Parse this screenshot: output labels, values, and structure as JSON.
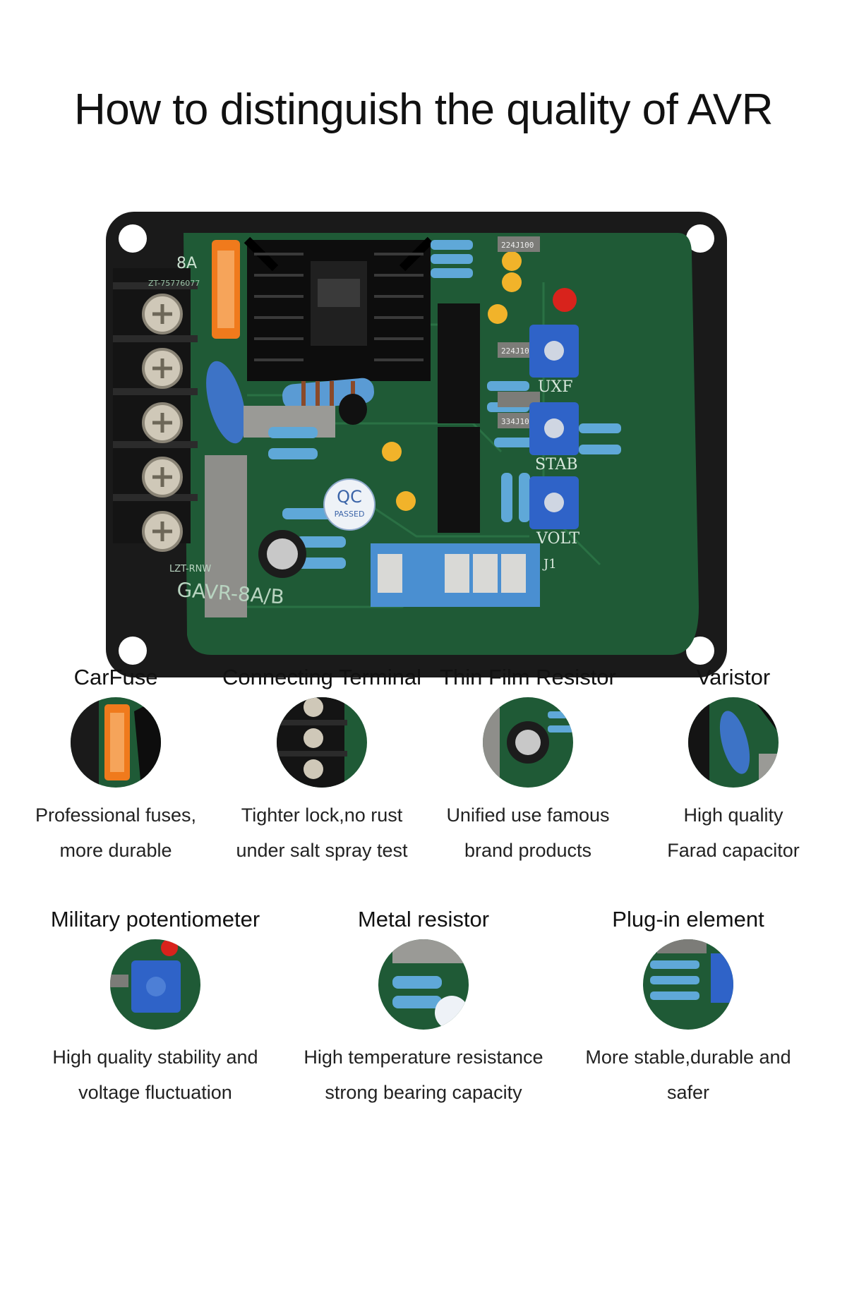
{
  "heading": "How to distinguish the quality of AVR",
  "board": {
    "fuse_rating": "8A",
    "fuse_part": "ZT-75776077",
    "qc_badge_top": "QC",
    "qc_badge_bottom": "PASSED",
    "label_uxf": "UXF",
    "label_stab": "STAB",
    "label_volt": "VOLT",
    "label_j1": "J1",
    "label_maker": "LZT-RNW",
    "model": "GAVR-8A/B",
    "cap_code_1": "224J100",
    "cap_code_2": "224J100",
    "cap_code_3": "334J100"
  },
  "features_row1": [
    {
      "title": "CarFuse",
      "line1": "Professional fuses,",
      "line2": "more durable",
      "icon": "fuse-icon"
    },
    {
      "title": "Connecting Terminal",
      "line1": "Tighter lock,no rust",
      "line2": "under salt spray test",
      "icon": "terminal-icon"
    },
    {
      "title": "Thin Film Resistor",
      "line1": "Unified use famous",
      "line2": "brand products",
      "icon": "capacitor-icon"
    },
    {
      "title": "Varistor",
      "line1": "High quality",
      "line2": "Farad capacitor",
      "icon": "varistor-icon"
    }
  ],
  "features_row2": [
    {
      "title": "Military potentiometer",
      "line1": "High quality stability and",
      "line2": "voltage fluctuation",
      "icon": "potentiometer-icon"
    },
    {
      "title": "Metal resistor",
      "line1": "High temperature resistance",
      "line2": "strong bearing capacity",
      "icon": "resistor-icon"
    },
    {
      "title": "Plug-in element",
      "line1": "More stable,durable and",
      "line2": "safer",
      "icon": "plug-in-icon"
    }
  ],
  "colors": {
    "pcb_green": "#1f5a36",
    "frame_black": "#1a1a1a",
    "fuse_orange": "#f07a1c",
    "pot_blue": "#2f63c8",
    "resistor_blue": "#5a9bd4"
  }
}
